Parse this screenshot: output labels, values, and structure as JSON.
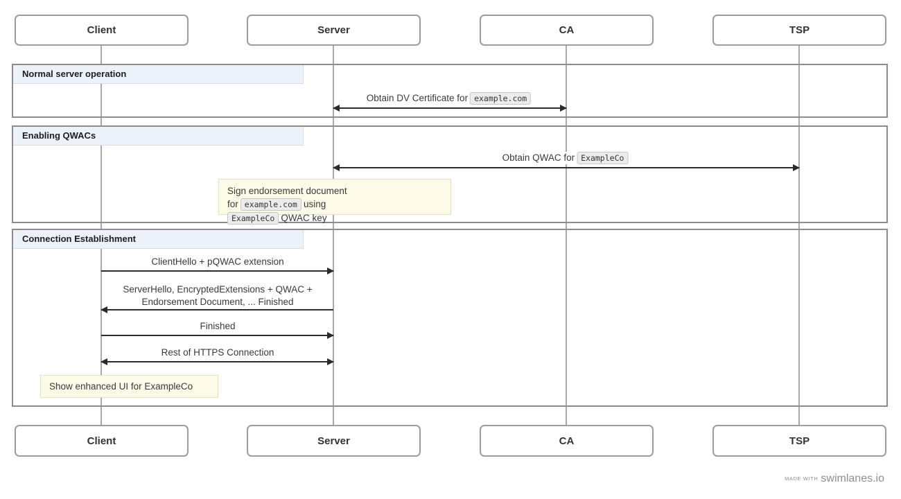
{
  "diagram_type": "sequence-diagram",
  "actors": [
    {
      "label": "Client"
    },
    {
      "label": "Server"
    },
    {
      "label": "CA"
    },
    {
      "label": "TSP"
    }
  ],
  "groups": [
    {
      "title": "Normal server operation"
    },
    {
      "title": "Enabling QWACs"
    },
    {
      "title": "Connection Establishment"
    }
  ],
  "messages": [
    {
      "from": "Server",
      "to": "CA",
      "direction": "both",
      "text_before": "Obtain DV Certificate for",
      "code": "example.com"
    },
    {
      "from": "Server",
      "to": "TSP",
      "direction": "both",
      "text_before": "Obtain QWAC for",
      "code": "ExampleCo"
    },
    {
      "from": "Client",
      "to": "Server",
      "direction": "right",
      "line1": "ClientHello + pQWAC extension"
    },
    {
      "from": "Server",
      "to": "Client",
      "direction": "left",
      "line1": "ServerHello, EncryptedExtensions + QWAC +",
      "line2": "Endorsement Document, ... Finished"
    },
    {
      "from": "Client",
      "to": "Server",
      "direction": "right",
      "line1": "Finished"
    },
    {
      "from": "Client",
      "to": "Server",
      "direction": "both",
      "line1": "Rest of HTTPS Connection"
    }
  ],
  "notes": [
    {
      "over": "Server",
      "line1_before": "Sign endorsement document for",
      "line1_code": "example.com",
      "line1_after": "using",
      "line2_code": "ExampleCo",
      "line2_after": "QWAC key"
    },
    {
      "over": "Client",
      "text": "Show enhanced UI for ExampleCo"
    }
  ],
  "footer": {
    "made_with": "MADE WITH",
    "brand": "swimlanes.io"
  },
  "colors": {
    "group_border": "#8c8c8c",
    "group_header_bg": "#edf1fa",
    "note_bg": "#fdfbe7",
    "arrow": "#2b2b2b",
    "lifeline": "#a8a8a8",
    "actor_border": "#9c9c9c"
  }
}
